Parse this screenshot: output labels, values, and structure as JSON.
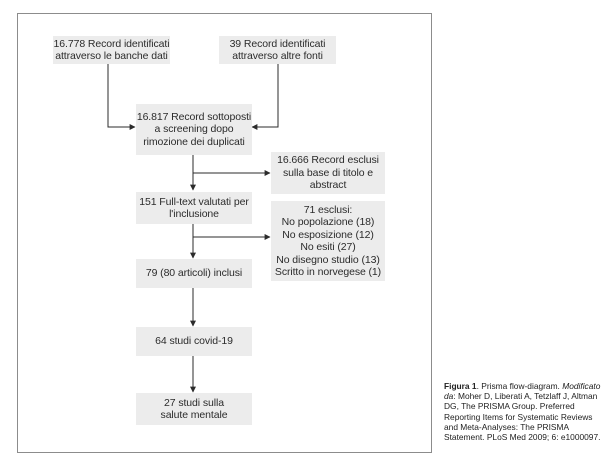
{
  "flow": {
    "box_db": [
      "16.778 Record identificati",
      "attraverso le banche dati"
    ],
    "box_other": [
      "39 Record identificati",
      "attraverso altre fonti"
    ],
    "box_screened": [
      "16.817 Record sottoposti",
      "a screening dopo",
      "rimozione dei duplicati"
    ],
    "box_excluded_title": [
      "16.666 Record esclusi",
      "sulla base di titolo e",
      "abstract"
    ],
    "box_fulltext": [
      "151 Full-text valutati per",
      "l'inclusione"
    ],
    "box_excluded_reasons": [
      "71 esclusi:",
      "No popolazione (18)",
      "No esposizione (12)",
      "No esiti (27)",
      "No disegno studio (13)",
      "Scritto in norvegese (1)"
    ],
    "box_included": [
      "79 (80 articoli) inclusi"
    ],
    "box_covid": [
      "64 studi covid-19"
    ],
    "box_mental": [
      "27 studi sulla",
      "salute mentale"
    ]
  },
  "caption": {
    "label": "Figura 1",
    "title": ". Prisma flow-diagram.",
    "modified_label": "Modificato da",
    "reference": ": Moher D, Liberati A, Tetzlaff J, Altman DG, The PRISMA Group. Preferred Reporting Items for Systematic Reviews and Meta-Analyses: The PRISMA Statement. PLoS Med 2009; 6: e1000097."
  }
}
